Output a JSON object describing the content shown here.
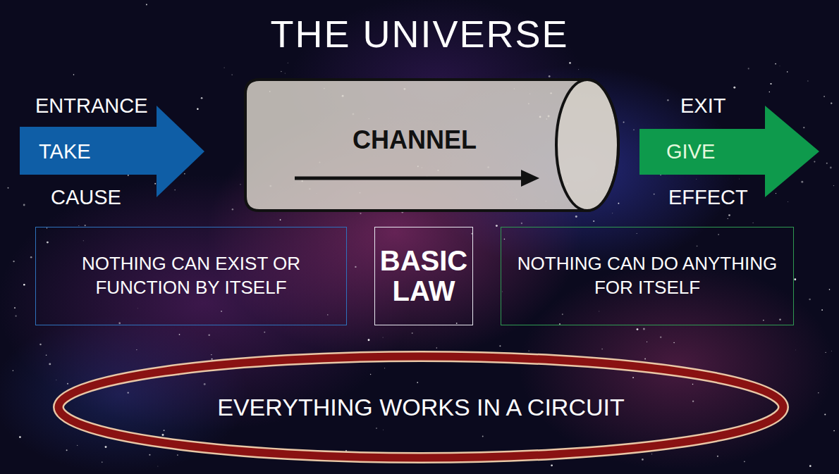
{
  "diagram": {
    "title": "THE UNIVERSE",
    "nodes": [
      {
        "text": [
          "ENTRANCE",
          "TAKE",
          "CAUSE"
        ]
      },
      {
        "text": [
          "CHANNEL"
        ]
      },
      {
        "text": [
          "EXIT",
          "GIVE",
          "EFFECT"
        ]
      },
      {
        "text": [
          "NOTHING CAN EXIST OR FUNCTION BY ITSELF"
        ]
      },
      {
        "text": [
          "BASIC LAW"
        ]
      },
      {
        "text": [
          "NOTHING CAN DO ANYTHING FOR ITSELF"
        ]
      },
      {
        "text": [
          "EVERYTHING WORKS IN A CIRCUIT"
        ]
      }
    ]
  }
}
